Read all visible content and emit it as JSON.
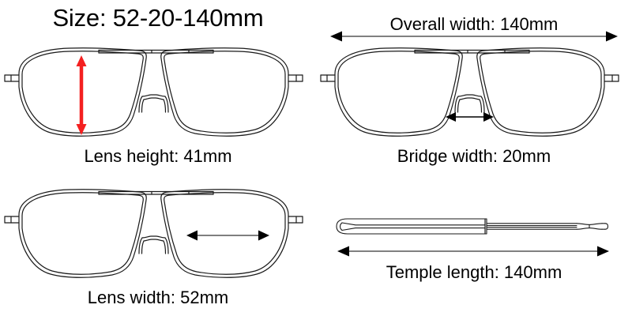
{
  "diagram": {
    "title": "Size: 52-20-140mm",
    "subject": "eyeglasses-dimension-diagram",
    "colors": {
      "background": "#ffffff",
      "frame_outline": "#1a1a1a",
      "dimension_arrow": "#6e6e6e",
      "arrow_head": "#000000",
      "highlight_arrow_red": "#f42020",
      "text": "#000000"
    },
    "panels": [
      {
        "id": "lens-height",
        "caption": "Lens height: 41mm",
        "measurement_value": 41,
        "measurement_unit": "mm",
        "arrow_orientation": "vertical",
        "arrow_color": "#f42020",
        "view": "front"
      },
      {
        "id": "overall-width",
        "dimension_label": "Overall width: 140mm",
        "caption": "Bridge width: 20mm",
        "measurement_value": 140,
        "bridge_value": 20,
        "measurement_unit": "mm",
        "arrow_orientation": "horizontal",
        "arrow_color": "#6e6e6e",
        "view": "front"
      },
      {
        "id": "lens-width",
        "caption": "Lens width: 52mm",
        "measurement_value": 52,
        "measurement_unit": "mm",
        "arrow_orientation": "horizontal",
        "arrow_color": "#6e6e6e",
        "view": "front"
      },
      {
        "id": "temple-length",
        "caption": "Temple length: 140mm",
        "measurement_value": 140,
        "measurement_unit": "mm",
        "arrow_orientation": "horizontal",
        "arrow_color": "#6e6e6e",
        "view": "temple-arm-side"
      }
    ],
    "size_breakdown": {
      "lens_width_mm": 52,
      "bridge_width_mm": 20,
      "temple_length_mm": 140,
      "lens_height_mm": 41,
      "overall_width_mm": 140
    }
  }
}
